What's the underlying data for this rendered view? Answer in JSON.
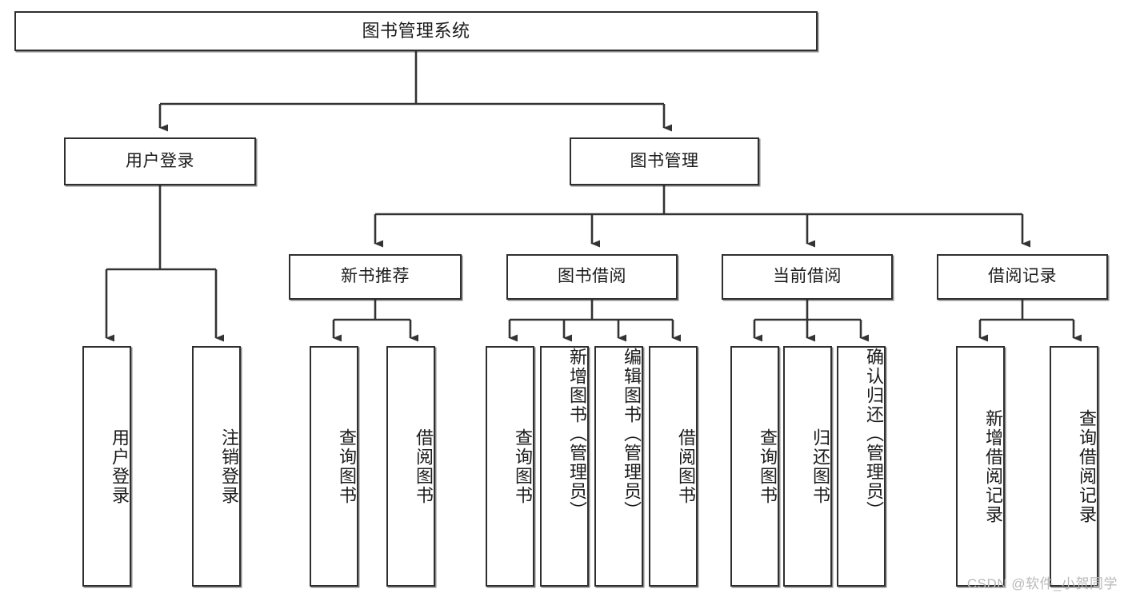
{
  "diagram": {
    "title": "图书管理系统",
    "type": "tree-hierarchy",
    "watermark": "CSDN @软件_小贺同学",
    "colors": {
      "border": "#2f2f2f",
      "background": "#ffffff",
      "text": "#1b1b1b",
      "edge": "#333333",
      "watermark": "#b9b9b9"
    },
    "root": {
      "label": "图书管理系统"
    },
    "level2": [
      {
        "label": "用户登录"
      },
      {
        "label": "图书管理"
      }
    ],
    "level3": [
      {
        "label": "新书推荐"
      },
      {
        "label": "图书借阅"
      },
      {
        "label": "当前借阅"
      },
      {
        "label": "借阅记录"
      }
    ],
    "leaves": {
      "user_login": [
        {
          "label": "用户登录"
        },
        {
          "label": "注销登录"
        }
      ],
      "new_book_recommend": [
        {
          "label": "查询图书"
        },
        {
          "label": "借阅图书"
        }
      ],
      "book_borrow": [
        {
          "label": "查询图书"
        },
        {
          "label": "新增图书（管理员）"
        },
        {
          "label": "编辑图书（管理员）"
        },
        {
          "label": "借阅图书"
        }
      ],
      "current_borrow": [
        {
          "label": "查询图书"
        },
        {
          "label": "归还图书"
        },
        {
          "label": "确认归还（管理员）"
        }
      ],
      "borrow_record": [
        {
          "label": "新增借阅记录"
        },
        {
          "label": "查询借阅记录"
        }
      ]
    }
  }
}
